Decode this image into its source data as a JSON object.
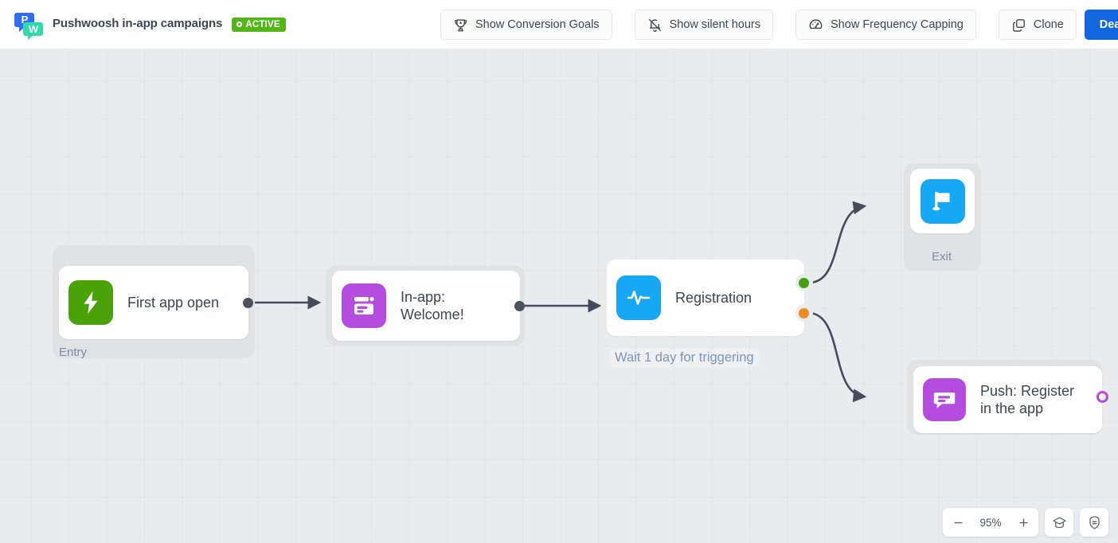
{
  "header": {
    "logo_icon": "pushwoosh-logo-icon",
    "title": "Pushwoosh in-app campaigns",
    "status_badge": {
      "label": "ACTIVE",
      "color": "#52b518",
      "icon": "record-dot-icon"
    },
    "buttons": [
      {
        "label": "Show Conversion Goals",
        "icon": "trophy-icon",
        "name": "show-conversion-goals-button"
      },
      {
        "label": "Show silent hours",
        "icon": "bell-off-icon",
        "name": "show-silent-hours-button"
      },
      {
        "label": "Show Frequency Capping",
        "icon": "gauge-icon",
        "name": "show-frequency-capping-button"
      },
      {
        "label": "Clone",
        "icon": "copy-icon",
        "name": "clone-button"
      },
      {
        "label": "Deactivate",
        "icon": "",
        "name": "deactivate-button",
        "color": "#1267e0"
      }
    ]
  },
  "canvas": {
    "nodes": [
      {
        "name": "node-first-app-open",
        "label": "First app open",
        "group_label": "Entry",
        "icon": "lightning-bolt-icon",
        "icon_color": "#4ba108"
      },
      {
        "name": "node-in-app-welcome",
        "label": "In-app:\nWelcome!",
        "icon": "in-app-message-icon",
        "icon_color": "#b44ce0"
      },
      {
        "name": "node-registration",
        "label": "Registration",
        "sub_label": "Wait 1 day for triggering",
        "icon": "activity-pulse-icon",
        "icon_color": "#16a7f5",
        "ports": [
          {
            "name": "port-registration-success",
            "color": "#46a010"
          },
          {
            "name": "port-registration-fallback",
            "color": "#f08a1c"
          }
        ]
      },
      {
        "name": "node-exit",
        "label": "Exit",
        "icon": "flag-icon",
        "icon_color": "#16a7f5"
      },
      {
        "name": "node-push-register",
        "label": "Push: Register\nin the app",
        "icon": "push-message-icon",
        "icon_color": "#b44ce0"
      }
    ]
  },
  "zoom_controls": {
    "zoom_out_icon": "minus-icon",
    "zoom_level": "95%",
    "zoom_in_icon": "plus-icon",
    "tutorial_icon": "graduation-cap-icon",
    "legend_icon": "legend-badge-icon"
  }
}
